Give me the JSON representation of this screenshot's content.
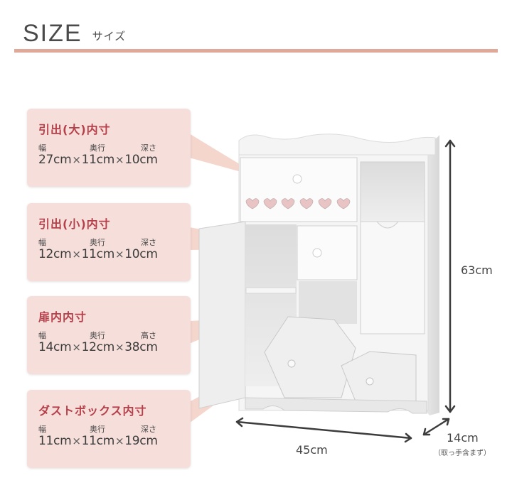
{
  "header": {
    "title_en": "SIZE",
    "title_ja": "サイズ",
    "rule_color": "#e0a898"
  },
  "callouts": [
    {
      "title": "引出(大)内寸",
      "labels": [
        "幅",
        "奥行",
        "深さ"
      ],
      "values": [
        "27cm",
        "11cm",
        "10cm"
      ],
      "separator": "×"
    },
    {
      "title": "引出(小)内寸",
      "labels": [
        "幅",
        "奥行",
        "深さ"
      ],
      "values": [
        "12cm",
        "11cm",
        "10cm"
      ],
      "separator": "×"
    },
    {
      "title": "扉内内寸",
      "labels": [
        "幅",
        "奥行",
        "高さ"
      ],
      "values": [
        "14cm",
        "12cm",
        "38cm"
      ],
      "separator": "×"
    },
    {
      "title": "ダストボックス内寸",
      "labels": [
        "幅",
        "奥行",
        "深さ"
      ],
      "values": [
        "11cm",
        "11cm",
        "19cm"
      ],
      "separator": "×"
    }
  ],
  "dimensions": {
    "height": "63cm",
    "width": "45cm",
    "depth": "14cm",
    "depth_note": "（取っ手含まず）"
  },
  "colors": {
    "callout_bg": "#f6dfdb",
    "callout_title": "#b5404a",
    "pointer": "#f3d2c8",
    "furniture": "#f2f2f2",
    "heart": "#e8c4c4"
  }
}
